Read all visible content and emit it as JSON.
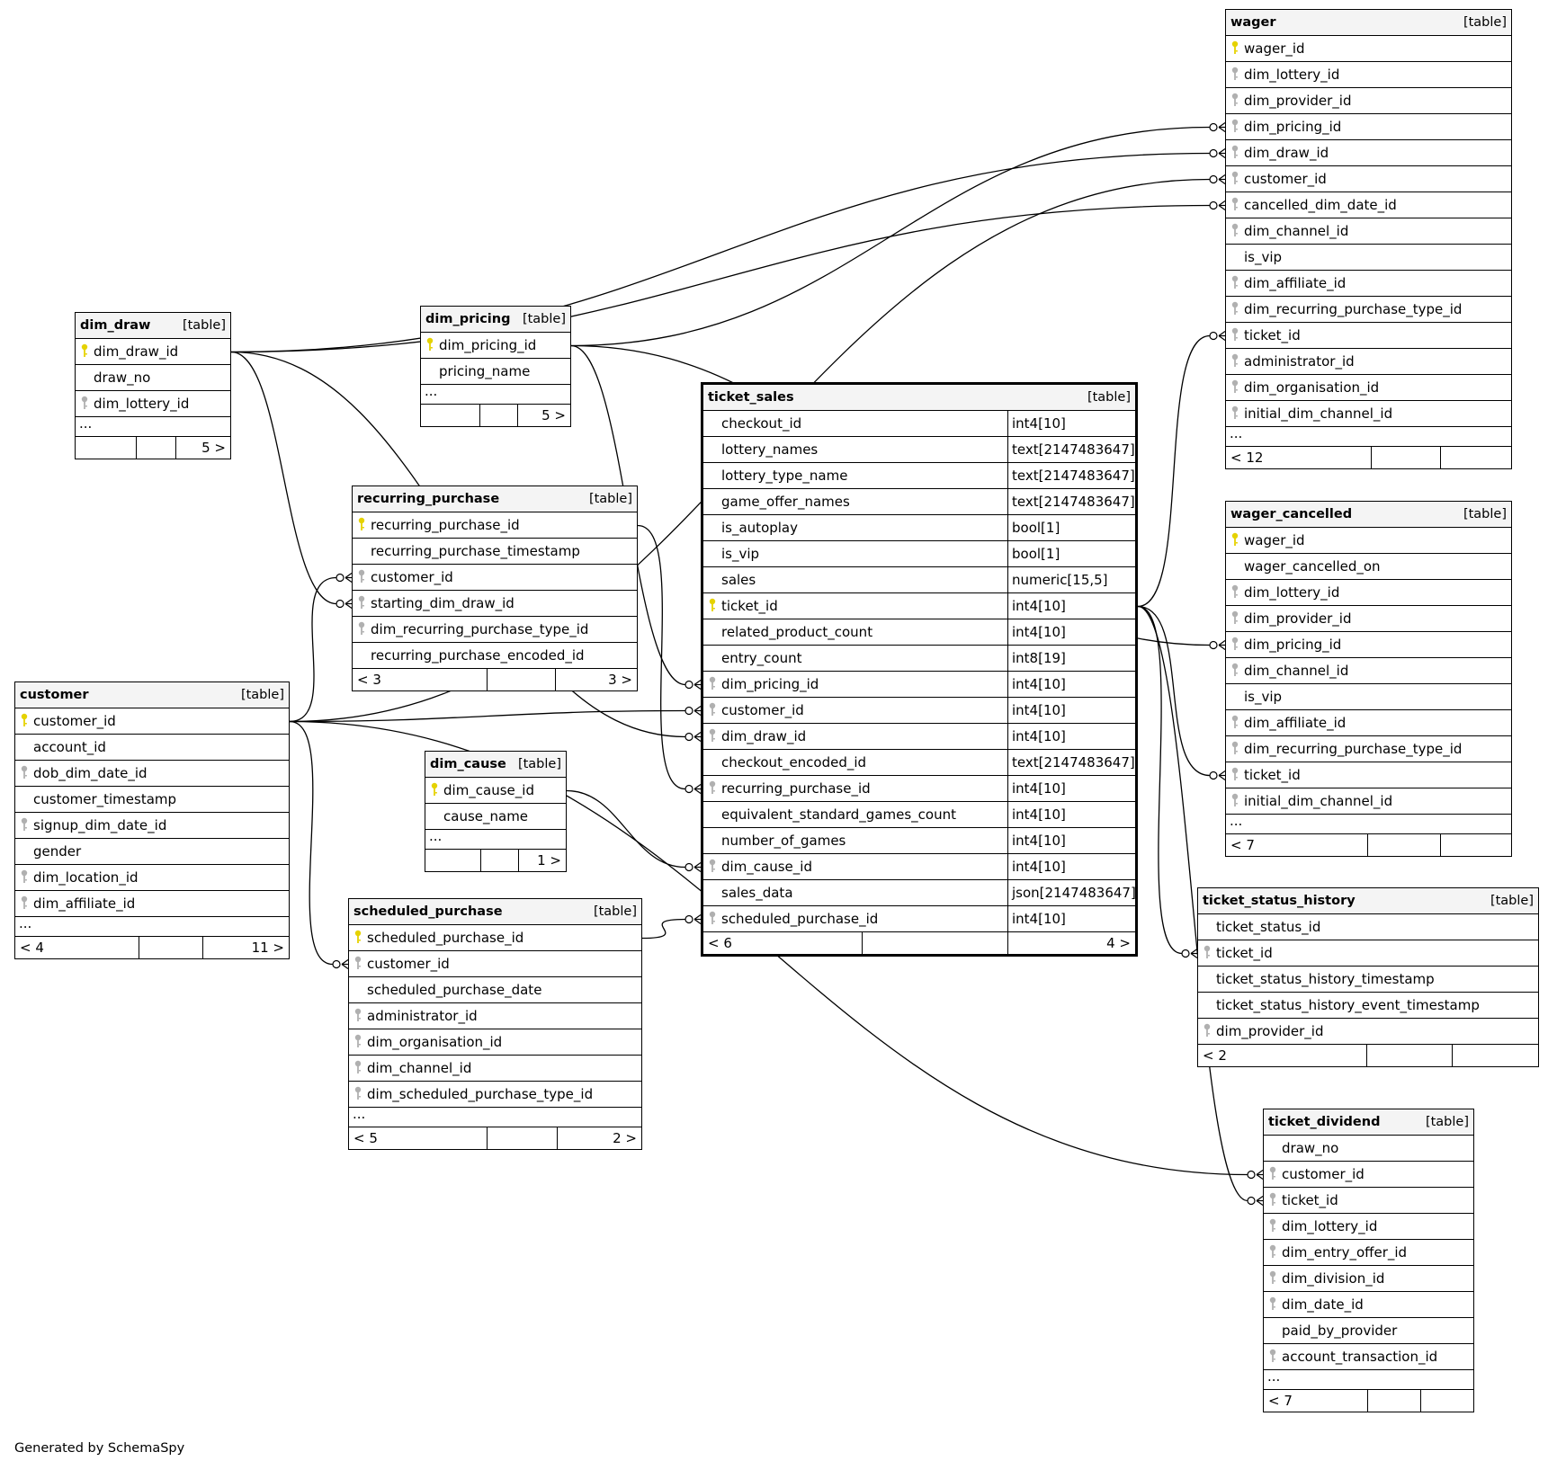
{
  "credit": "Generated by SchemaSpy",
  "tables": [
    {
      "id": "dim_draw",
      "name": "dim_draw",
      "tag": "[table]",
      "ellipsis": "...",
      "footer": [
        "",
        "",
        "5 >"
      ],
      "columns": [
        {
          "name": "dim_draw_id",
          "key": "pk"
        },
        {
          "name": "draw_no",
          "key": ""
        },
        {
          "name": "dim_lottery_id",
          "key": "fk"
        }
      ]
    },
    {
      "id": "dim_pricing",
      "name": "dim_pricing",
      "tag": "[table]",
      "ellipsis": "...",
      "footer": [
        "",
        "",
        "5 >"
      ],
      "columns": [
        {
          "name": "dim_pricing_id",
          "key": "pk"
        },
        {
          "name": "pricing_name",
          "key": ""
        }
      ]
    },
    {
      "id": "recurring_purchase",
      "name": "recurring_purchase",
      "tag": "[table]",
      "ellipsis": null,
      "footer": [
        "< 3",
        "",
        "3 >"
      ],
      "columns": [
        {
          "name": "recurring_purchase_id",
          "key": "pk"
        },
        {
          "name": "recurring_purchase_timestamp",
          "key": ""
        },
        {
          "name": "customer_id",
          "key": "fk"
        },
        {
          "name": "starting_dim_draw_id",
          "key": "fk"
        },
        {
          "name": "dim_recurring_purchase_type_id",
          "key": "fk"
        },
        {
          "name": "recurring_purchase_encoded_id",
          "key": ""
        }
      ]
    },
    {
      "id": "customer",
      "name": "customer",
      "tag": "[table]",
      "ellipsis": "...",
      "footer": [
        "< 4",
        "",
        "11 >"
      ],
      "columns": [
        {
          "name": "customer_id",
          "key": "pk"
        },
        {
          "name": "account_id",
          "key": ""
        },
        {
          "name": "dob_dim_date_id",
          "key": "fk"
        },
        {
          "name": "customer_timestamp",
          "key": ""
        },
        {
          "name": "signup_dim_date_id",
          "key": "fk"
        },
        {
          "name": "gender",
          "key": ""
        },
        {
          "name": "dim_location_id",
          "key": "fk"
        },
        {
          "name": "dim_affiliate_id",
          "key": "fk"
        }
      ]
    },
    {
      "id": "dim_cause",
      "name": "dim_cause",
      "tag": "[table]",
      "ellipsis": "...",
      "footer": [
        "",
        "",
        "1 >"
      ],
      "columns": [
        {
          "name": "dim_cause_id",
          "key": "pk"
        },
        {
          "name": "cause_name",
          "key": ""
        }
      ]
    },
    {
      "id": "scheduled_purchase",
      "name": "scheduled_purchase",
      "tag": "[table]",
      "ellipsis": "...",
      "footer": [
        "< 5",
        "",
        "2 >"
      ],
      "columns": [
        {
          "name": "scheduled_purchase_id",
          "key": "pk"
        },
        {
          "name": "customer_id",
          "key": "fk"
        },
        {
          "name": "scheduled_purchase_date",
          "key": ""
        },
        {
          "name": "administrator_id",
          "key": "fk"
        },
        {
          "name": "dim_organisation_id",
          "key": "fk"
        },
        {
          "name": "dim_channel_id",
          "key": "fk"
        },
        {
          "name": "dim_scheduled_purchase_type_id",
          "key": "fk"
        }
      ]
    },
    {
      "id": "ticket_sales",
      "name": "ticket_sales",
      "tag": "[table]",
      "ellipsis": null,
      "footer": [
        "< 6",
        "",
        "4 >"
      ],
      "columns": [
        {
          "name": "checkout_id",
          "key": "",
          "type": "int4[10]"
        },
        {
          "name": "lottery_names",
          "key": "",
          "type": "text[2147483647]"
        },
        {
          "name": "lottery_type_name",
          "key": "",
          "type": "text[2147483647]"
        },
        {
          "name": "game_offer_names",
          "key": "",
          "type": "text[2147483647]"
        },
        {
          "name": "is_autoplay",
          "key": "",
          "type": "bool[1]"
        },
        {
          "name": "is_vip",
          "key": "",
          "type": "bool[1]"
        },
        {
          "name": "sales",
          "key": "",
          "type": "numeric[15,5]"
        },
        {
          "name": "ticket_id",
          "key": "pk",
          "type": "int4[10]"
        },
        {
          "name": "related_product_count",
          "key": "",
          "type": "int4[10]"
        },
        {
          "name": "entry_count",
          "key": "",
          "type": "int8[19]"
        },
        {
          "name": "dim_pricing_id",
          "key": "fk",
          "type": "int4[10]"
        },
        {
          "name": "customer_id",
          "key": "fk",
          "type": "int4[10]"
        },
        {
          "name": "dim_draw_id",
          "key": "fk",
          "type": "int4[10]"
        },
        {
          "name": "checkout_encoded_id",
          "key": "",
          "type": "text[2147483647]"
        },
        {
          "name": "recurring_purchase_id",
          "key": "fk",
          "type": "int4[10]"
        },
        {
          "name": "equivalent_standard_games_count",
          "key": "",
          "type": "int4[10]"
        },
        {
          "name": "number_of_games",
          "key": "",
          "type": "int4[10]"
        },
        {
          "name": "dim_cause_id",
          "key": "fk",
          "type": "int4[10]"
        },
        {
          "name": "sales_data",
          "key": "",
          "type": "json[2147483647]"
        },
        {
          "name": "scheduled_purchase_id",
          "key": "fk",
          "type": "int4[10]"
        }
      ]
    },
    {
      "id": "wager",
      "name": "wager",
      "tag": "[table]",
      "ellipsis": "...",
      "footer": [
        "< 12",
        "",
        ""
      ],
      "columns": [
        {
          "name": "wager_id",
          "key": "pk"
        },
        {
          "name": "dim_lottery_id",
          "key": "fk"
        },
        {
          "name": "dim_provider_id",
          "key": "fk"
        },
        {
          "name": "dim_pricing_id",
          "key": "fk"
        },
        {
          "name": "dim_draw_id",
          "key": "fk"
        },
        {
          "name": "customer_id",
          "key": "fk"
        },
        {
          "name": "cancelled_dim_date_id",
          "key": "fk"
        },
        {
          "name": "dim_channel_id",
          "key": "fk"
        },
        {
          "name": "is_vip",
          "key": ""
        },
        {
          "name": "dim_affiliate_id",
          "key": "fk"
        },
        {
          "name": "dim_recurring_purchase_type_id",
          "key": "fk"
        },
        {
          "name": "ticket_id",
          "key": "fk"
        },
        {
          "name": "administrator_id",
          "key": "fk"
        },
        {
          "name": "dim_organisation_id",
          "key": "fk"
        },
        {
          "name": "initial_dim_channel_id",
          "key": "fk"
        }
      ]
    },
    {
      "id": "wager_cancelled",
      "name": "wager_cancelled",
      "tag": "[table]",
      "ellipsis": "...",
      "footer": [
        "< 7",
        "",
        ""
      ],
      "columns": [
        {
          "name": "wager_id",
          "key": "pk"
        },
        {
          "name": "wager_cancelled_on",
          "key": ""
        },
        {
          "name": "dim_lottery_id",
          "key": "fk"
        },
        {
          "name": "dim_provider_id",
          "key": "fk"
        },
        {
          "name": "dim_pricing_id",
          "key": "fk"
        },
        {
          "name": "dim_channel_id",
          "key": "fk"
        },
        {
          "name": "is_vip",
          "key": ""
        },
        {
          "name": "dim_affiliate_id",
          "key": "fk"
        },
        {
          "name": "dim_recurring_purchase_type_id",
          "key": "fk"
        },
        {
          "name": "ticket_id",
          "key": "fk"
        },
        {
          "name": "initial_dim_channel_id",
          "key": "fk"
        }
      ]
    },
    {
      "id": "ticket_status_history",
      "name": "ticket_status_history",
      "tag": "[table]",
      "ellipsis": null,
      "footer": [
        "< 2",
        "",
        ""
      ],
      "columns": [
        {
          "name": "ticket_status_id",
          "key": ""
        },
        {
          "name": "ticket_id",
          "key": "fk"
        },
        {
          "name": "ticket_status_history_timestamp",
          "key": ""
        },
        {
          "name": "ticket_status_history_event_timestamp",
          "key": ""
        },
        {
          "name": "dim_provider_id",
          "key": "fk"
        }
      ]
    },
    {
      "id": "ticket_dividend",
      "name": "ticket_dividend",
      "tag": "[table]",
      "ellipsis": "...",
      "footer": [
        "< 7",
        "",
        ""
      ],
      "columns": [
        {
          "name": "draw_no",
          "key": ""
        },
        {
          "name": "customer_id",
          "key": "fk"
        },
        {
          "name": "ticket_id",
          "key": "fk"
        },
        {
          "name": "dim_lottery_id",
          "key": "fk"
        },
        {
          "name": "dim_entry_offer_id",
          "key": "fk"
        },
        {
          "name": "dim_division_id",
          "key": "fk"
        },
        {
          "name": "dim_date_id",
          "key": "fk"
        },
        {
          "name": "paid_by_provider",
          "key": ""
        },
        {
          "name": "account_transaction_id",
          "key": "fk"
        }
      ]
    }
  ],
  "relationships": [
    {
      "from": "dim_draw.dim_draw_id",
      "to": "wager.dim_draw_id"
    },
    {
      "from": "dim_draw.dim_draw_id",
      "to": "wager.cancelled_dim_date_id"
    },
    {
      "from": "dim_draw.dim_draw_id",
      "to": "recurring_purchase.starting_dim_draw_id"
    },
    {
      "from": "dim_draw.dim_draw_id",
      "to": "ticket_sales.dim_draw_id"
    },
    {
      "from": "dim_pricing.dim_pricing_id",
      "to": "wager.dim_pricing_id"
    },
    {
      "from": "dim_pricing.dim_pricing_id",
      "to": "wager_cancelled.dim_pricing_id"
    },
    {
      "from": "dim_pricing.dim_pricing_id",
      "to": "ticket_sales.dim_pricing_id"
    },
    {
      "from": "customer.customer_id",
      "to": "wager.customer_id"
    },
    {
      "from": "customer.customer_id",
      "to": "recurring_purchase.customer_id"
    },
    {
      "from": "customer.customer_id",
      "to": "ticket_sales.customer_id"
    },
    {
      "from": "customer.customer_id",
      "to": "scheduled_purchase.customer_id"
    },
    {
      "from": "customer.customer_id",
      "to": "ticket_dividend.customer_id"
    },
    {
      "from": "recurring_purchase.recurring_purchase_id",
      "to": "ticket_sales.recurring_purchase_id"
    },
    {
      "from": "dim_cause.dim_cause_id",
      "to": "ticket_sales.dim_cause_id"
    },
    {
      "from": "scheduled_purchase.scheduled_purchase_id",
      "to": "ticket_sales.scheduled_purchase_id"
    },
    {
      "from": "ticket_sales.ticket_id",
      "to": "wager.ticket_id"
    },
    {
      "from": "ticket_sales.ticket_id",
      "to": "wager_cancelled.ticket_id"
    },
    {
      "from": "ticket_sales.ticket_id",
      "to": "ticket_status_history.ticket_id"
    },
    {
      "from": "ticket_sales.ticket_id",
      "to": "ticket_dividend.ticket_id"
    }
  ]
}
